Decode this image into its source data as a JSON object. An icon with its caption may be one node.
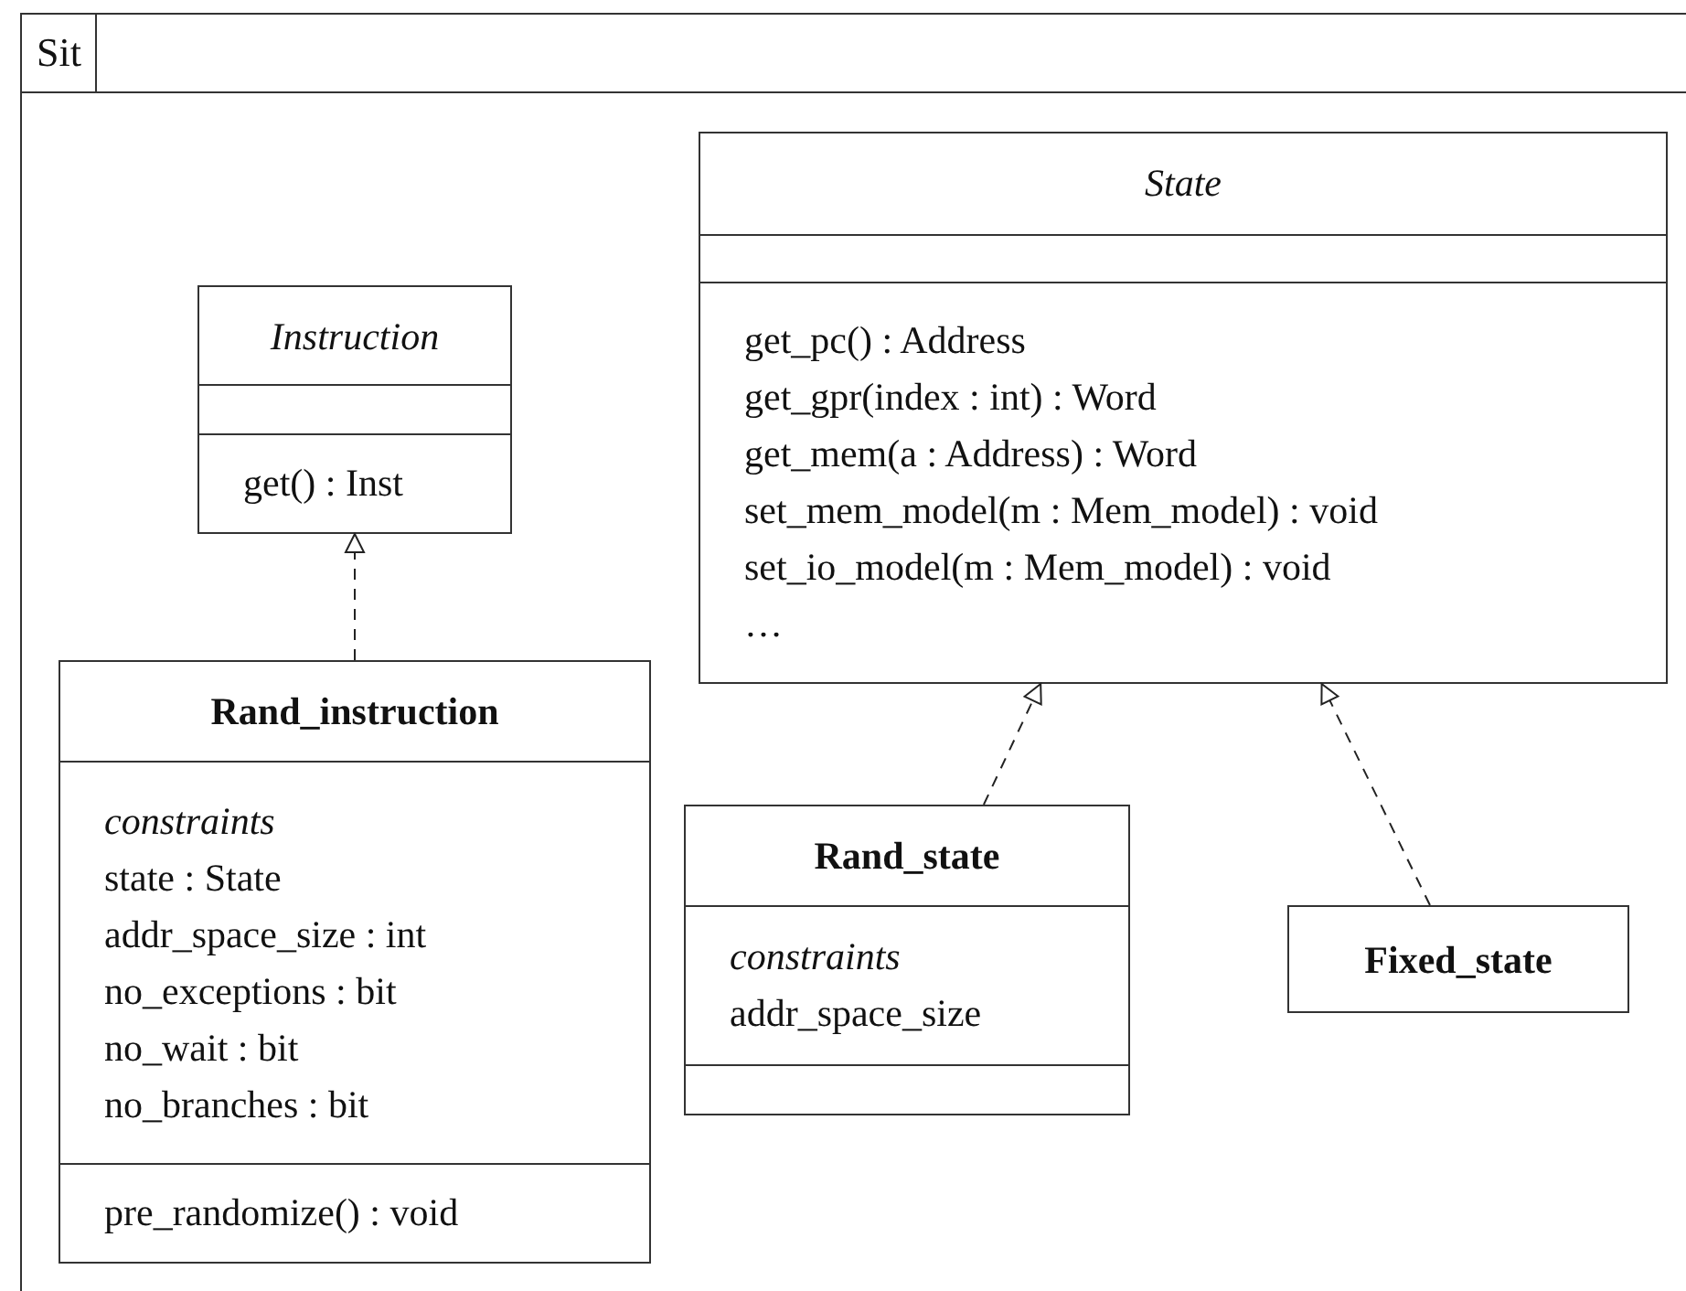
{
  "diagram": {
    "nodes": [
      {
        "text": [
          "Sit"
        ]
      },
      {
        "text": [
          "State",
          "get_pc() : Address",
          "get_gpr(index : int) : Word",
          "get_mem(a : Address) : Word",
          "set_mem_model(m : Mem_model) : void",
          "set_io_model(m : Mem_model) : void",
          "…"
        ],
        "in": 0
      },
      {
        "text": [
          "Instruction",
          "get() : Inst"
        ],
        "in": 0
      },
      {
        "text": [
          "Rand_instruction",
          "constraints",
          "state : State",
          "addr_space_size : int",
          "no_exceptions : bit",
          "no_wait : bit",
          "no_branches : bit",
          "pre_randomize() : void"
        ],
        "in": 0
      },
      {
        "text": [
          "Rand_state",
          "constraints",
          "addr_space_size"
        ],
        "in": 0
      },
      {
        "text": [
          "Fixed_state"
        ],
        "in": 0
      }
    ],
    "edges": [
      {
        "from": 3,
        "to": 2,
        "arrow": "to",
        "style": "dashed"
      },
      {
        "from": 4,
        "to": 1,
        "arrow": "to",
        "style": "dashed"
      },
      {
        "from": 5,
        "to": 1,
        "arrow": "to",
        "style": "dashed"
      }
    ]
  }
}
